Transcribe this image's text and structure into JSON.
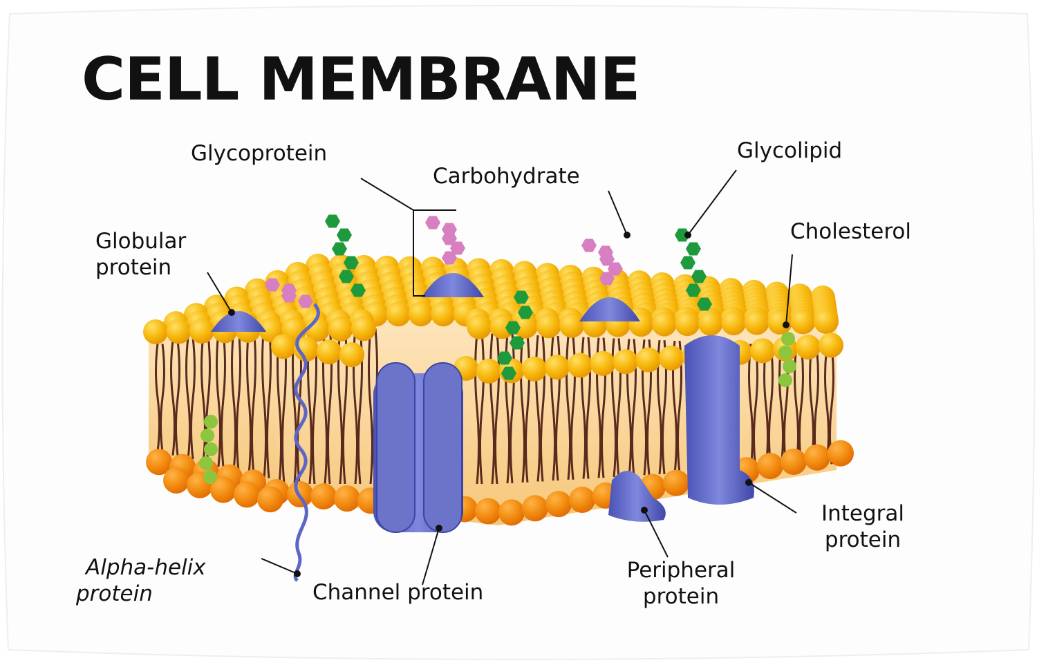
{
  "title": "CELL MEMBRANE",
  "labels": {
    "glycoprotein": "Glycoprotein",
    "carbohydrate": "Carbohydrate",
    "glycolipid": "Glycolipid",
    "cholesterol": "Cholesterol",
    "globular_1": "Globular",
    "globular_2": "protein",
    "alpha_1": "Alpha-helix",
    "alpha_2": "protein",
    "channel": "Channel protein",
    "peripheral_1": "Peripheral",
    "peripheral_2": "protein",
    "integral_1": "Integral",
    "integral_2": "protein"
  },
  "colors": {
    "head_top": "#f7b80c",
    "head_bottom": "#f28c10",
    "tail": "#5a2a1e",
    "protein": "#6b74c9",
    "protein_dark": "#3c43a3",
    "carbohydrate": "#d77fc0",
    "glycolipid": "#1e9a3c",
    "cholesterol": "#8cc63f"
  }
}
